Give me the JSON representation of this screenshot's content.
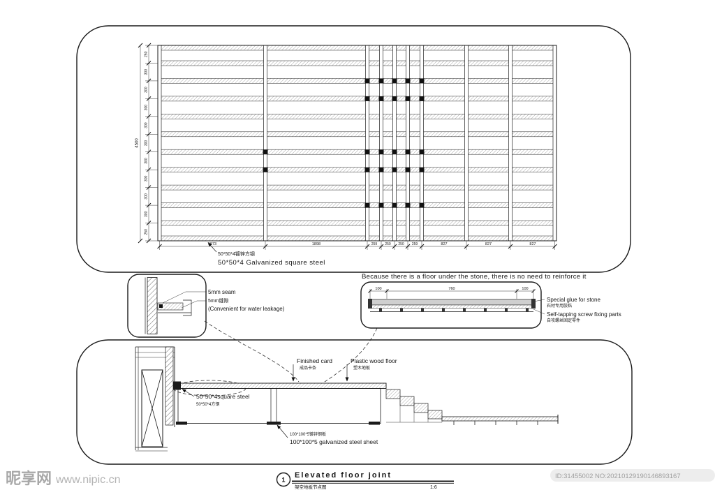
{
  "plan": {
    "dims_bottom": [
      "1973",
      "1898",
      "259",
      "250",
      "250",
      "259",
      "827",
      "827",
      "827"
    ],
    "dims_left": [
      "250",
      "300",
      "300",
      "300",
      "300",
      "300",
      "300",
      "300",
      "300",
      "300",
      "250"
    ],
    "dim_total": "4500",
    "note_cn": "50*50*4镀锌方钢",
    "note_en": "50*50*4 Galvanized square steel"
  },
  "seam_detail": {
    "label_seam_en": "5mm seam",
    "label_seam_cn": "5mm缝隙",
    "label_note": "(Convenient for water leakage)"
  },
  "stone_detail": {
    "note": "Because there is a floor under the stone, there is no need to reinforce it",
    "dims": [
      "100",
      "760",
      "100"
    ],
    "glue_en": "Special glue for stone",
    "glue_cn": "石材专用胶粘",
    "screw_en": "Self-tapping screw fixing parts",
    "screw_cn": "自攻螺丝固定零件"
  },
  "section": {
    "finished_card_en": "Finished card",
    "finished_card_cn": "成品卡条",
    "plastic_floor_en": "Plastic wood floor",
    "plastic_floor_cn": "塑木地板",
    "square_steel_en": "50*50*4square steel",
    "square_steel_cn": "50*50*4方钢",
    "steel_sheet_cn": "100*100*5镀锌钢板",
    "steel_sheet_en": "100*100*5 galvanized steel sheet"
  },
  "title_block": {
    "number": "1",
    "title": "Elevated floor joint",
    "title_cn": "架空地板节点图",
    "scale": "1:6"
  },
  "watermark": {
    "site_cn": "昵享网",
    "site_url": "www.nipic.cn",
    "id_text": "ID:31455002 NO:20210129190146893167"
  }
}
